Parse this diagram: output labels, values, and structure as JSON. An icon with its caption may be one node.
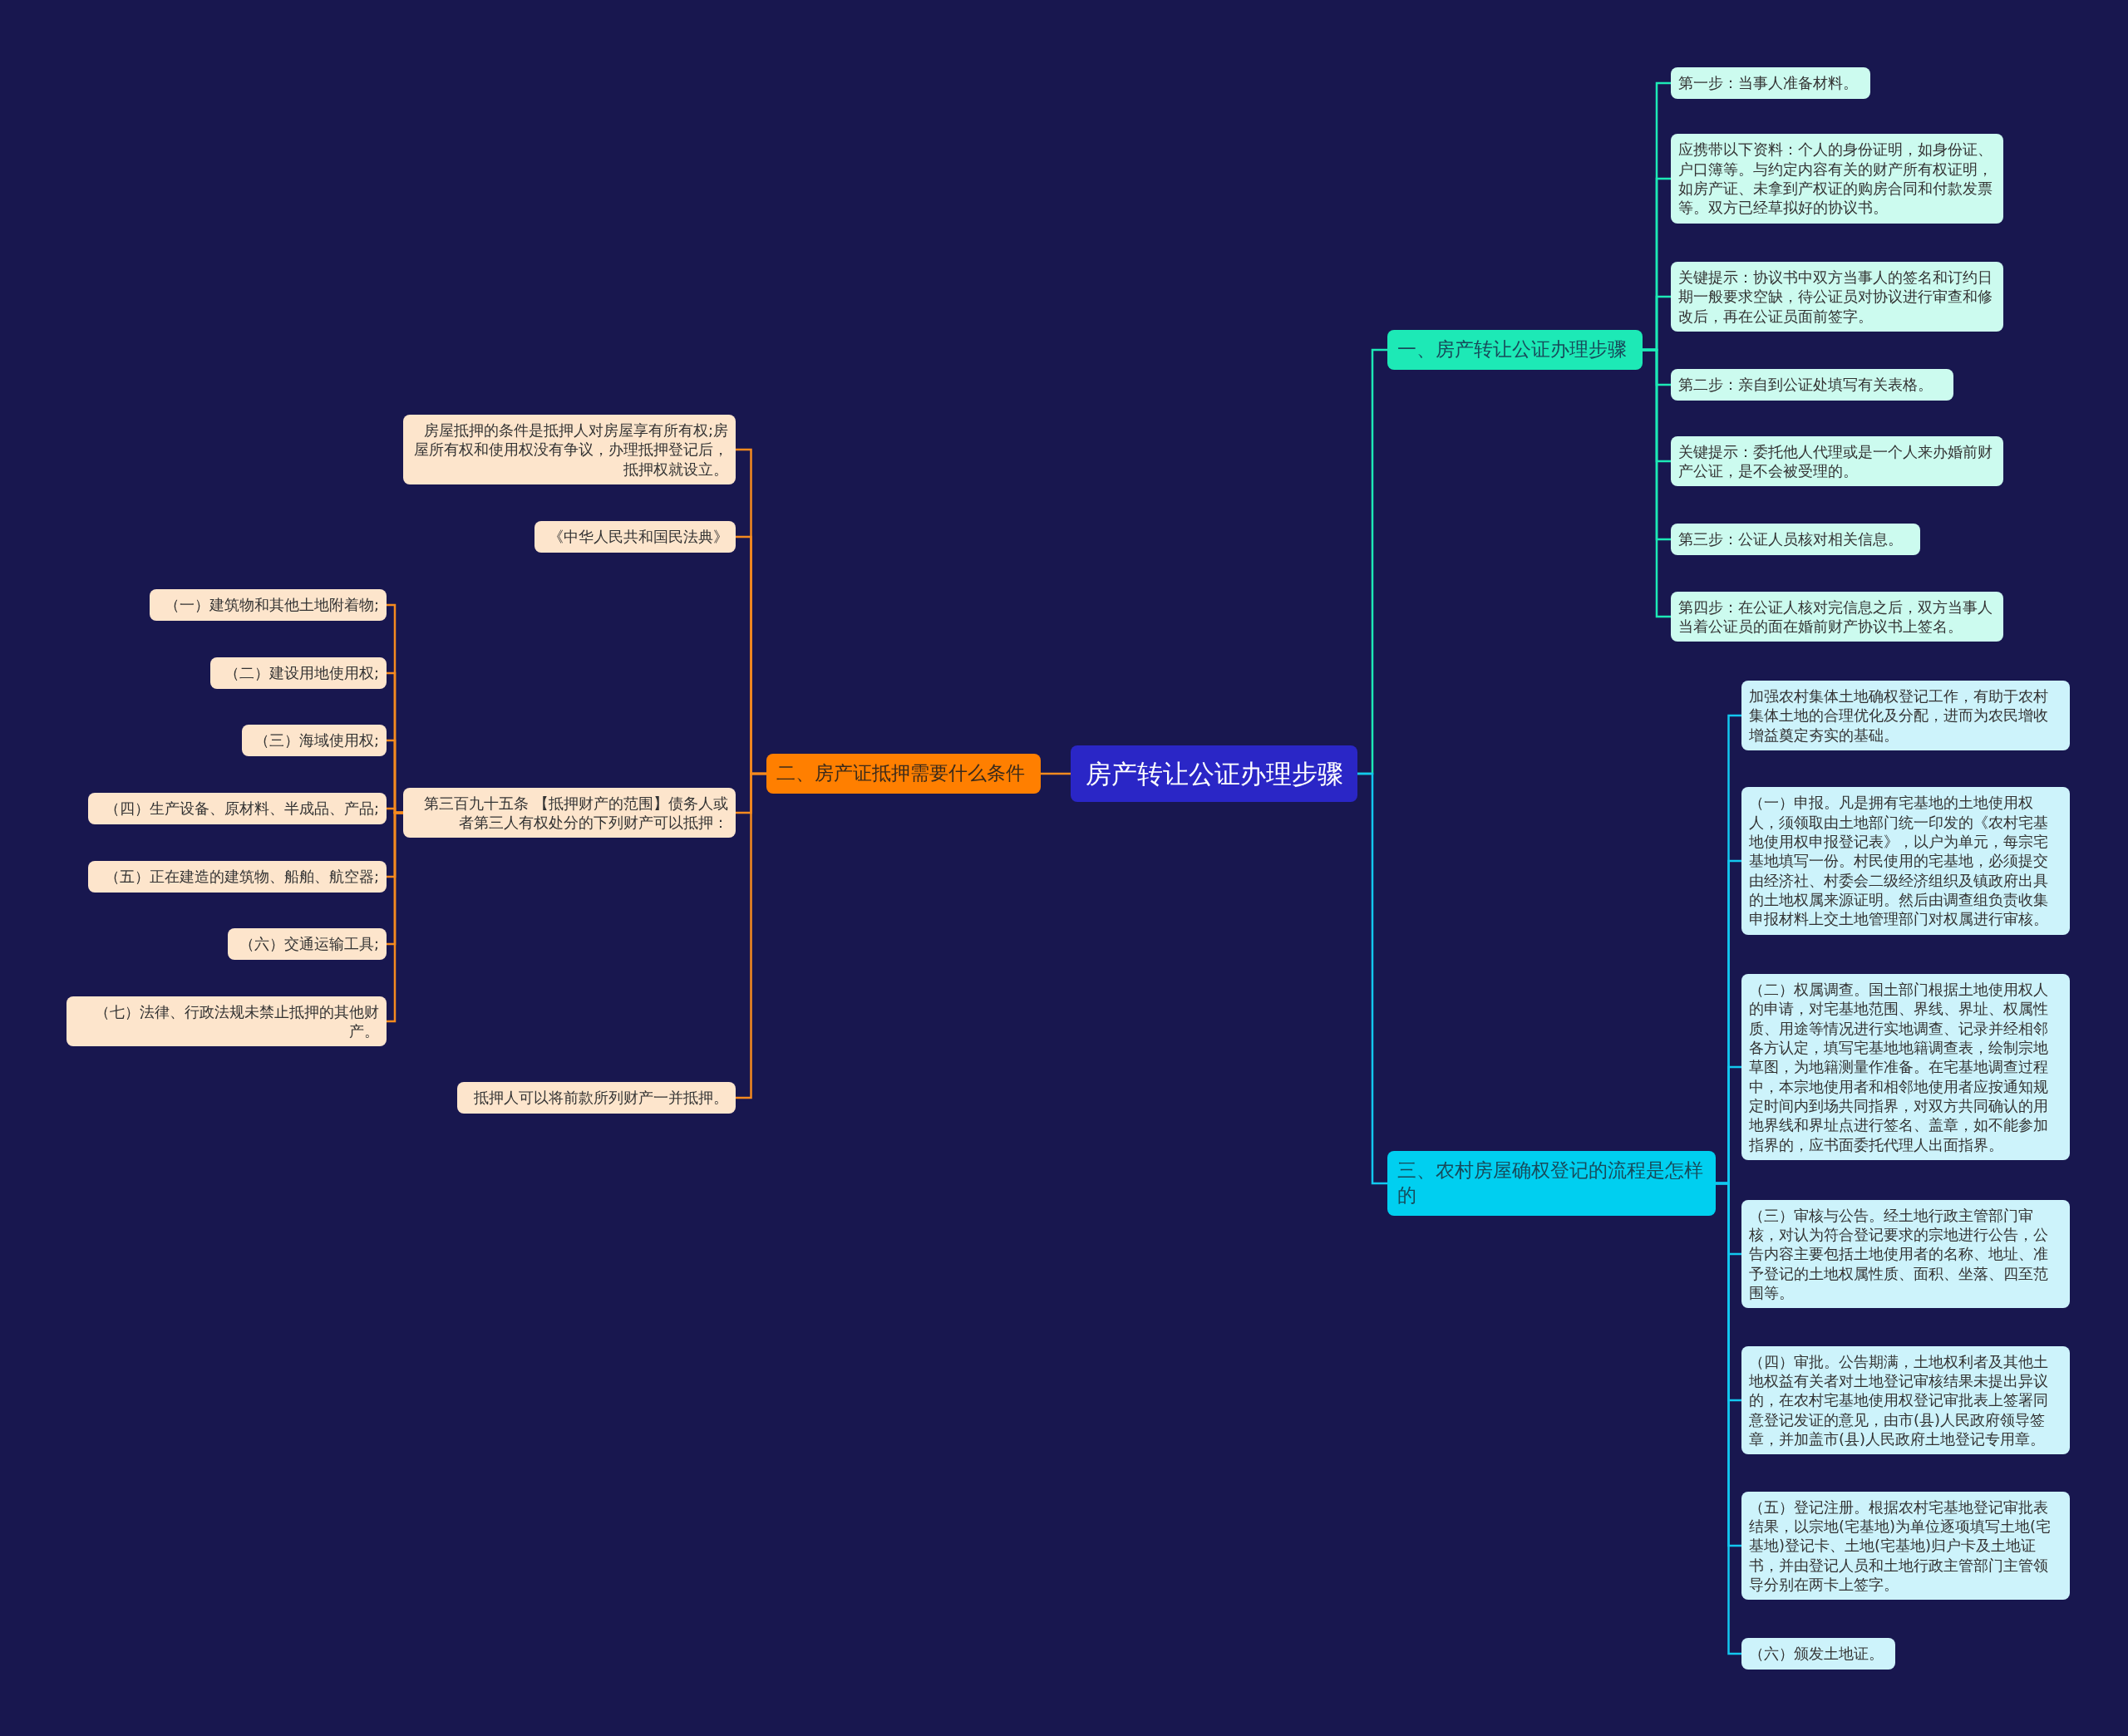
{
  "diagram": {
    "nodes": [
      {
        "text": [
          "房产转让公证办理步骤"
        ]
      },
      {
        "text": [
          "一、房产转让公证办理步骤"
        ]
      },
      {
        "text": [
          "第一步：当事人准备材料。"
        ]
      },
      {
        "text": [
          "应携带以下资料：个人的身份证明，如身份证、户口簿等。与约定内容有关的财产所有权证明，如房产证、未拿到产权证的购房合同和付款发票等。双方已经草拟好的协议书。"
        ]
      },
      {
        "text": [
          "关键提示：协议书中双方当事人的签名和订约日期一般要求空缺，待公证员对协议进行审查和修改后，再在公证员面前签字。"
        ]
      },
      {
        "text": [
          "第二步：亲自到公证处填写有关表格。"
        ]
      },
      {
        "text": [
          "关键提示：委托他人代理或是一个人来办婚前财产公证，是不会被受理的。"
        ]
      },
      {
        "text": [
          "第三步：公证人员核对相关信息。"
        ]
      },
      {
        "text": [
          "第四步：在公证人核对完信息之后，双方当事人当着公证员的面在婚前财产协议书上签名。"
        ]
      },
      {
        "text": [
          "二、房产证抵押需要什么条件"
        ]
      },
      {
        "text": [
          "房屋抵押的条件是抵押人对房屋享有所有权;房屋所有权和使用权没有争议，办理抵押登记后，抵押权就设立。"
        ]
      },
      {
        "text": [
          "《中华人民共和国民法典》"
        ]
      },
      {
        "text": [
          "第三百九十五条 【抵押财产的范围】债务人或者第三人有权处分的下列财产可以抵押："
        ]
      },
      {
        "text": [
          "（一）建筑物和其他土地附着物;"
        ]
      },
      {
        "text": [
          "（二）建设用地使用权;"
        ]
      },
      {
        "text": [
          "（三）海域使用权;"
        ]
      },
      {
        "text": [
          "（四）生产设备、原材料、半成品、产品;"
        ]
      },
      {
        "text": [
          "（五）正在建造的建筑物、船舶、航空器;"
        ]
      },
      {
        "text": [
          "（六）交通运输工具;"
        ]
      },
      {
        "text": [
          "（七）法律、行政法规未禁止抵押的其他财产。"
        ]
      },
      {
        "text": [
          "抵押人可以将前款所列财产一并抵押。"
        ]
      },
      {
        "text": [
          "三、农村房屋确权登记的流程是怎样的"
        ]
      },
      {
        "text": [
          "加强农村集体土地确权登记工作，有助于农村集体土地的合理优化及分配，进而为农民增收增益奠定夯实的基础。"
        ]
      },
      {
        "text": [
          "（一）申报。凡是拥有宅基地的土地使用权人，须领取由土地部门统一印发的《农村宅基地使用权申报登记表》，以户为单元，每宗宅基地填写一份。村民使用的宅基地，必须提交由经济社、村委会二级经济组织及镇政府出具的土地权属来源证明。然后由调查组负责收集申报材料上交土地管理部门对权属进行审核。"
        ]
      },
      {
        "text": [
          "（二）权属调查。国土部门根据土地使用权人的申请，对宅基地范围、界线、界址、权属性质、用途等情况进行实地调查、记录并经相邻各方认定，填写宅基地地籍调查表，绘制宗地草图，为地籍测量作准备。在宅基地调查过程中，本宗地使用者和相邻地使用者应按通知规定时间内到场共同指界，对双方共同确认的用地界线和界址点进行签名、盖章，如不能参加指界的，应书面委托代理人出面指界。"
        ]
      },
      {
        "text": [
          "（三）审核与公告。经土地行政主管部门审核，对认为符合登记要求的宗地进行公告，公告内容主要包括土地使用者的名称、地址、准予登记的土地权属性质、面积、坐落、四至范围等。"
        ]
      },
      {
        "text": [
          "（四）审批。公告期满，土地权利者及其他土地权益有关者对土地登记审核结果未提出异议的，在农村宅基地使用权登记审批表上签署同意登记发证的意见，由市(县)人民政府领导签章，并加盖市(县)人民政府土地登记专用章。"
        ]
      },
      {
        "text": [
          "（五）登记注册。根据农村宅基地登记审批表结果，以宗地(宅基地)为单位逐项填写土地(宅基地)登记卡、土地(宅基地)归户卡及土地证书，并由登记人员和土地行政主管部门主管领导分别在两卡上签字。"
        ]
      },
      {
        "text": [
          "（六）颁发土地证。"
        ]
      }
    ],
    "edges": [
      {
        "from": 0,
        "to": 1,
        "arrow": "none",
        "color": "#1de9b6"
      },
      {
        "from": 0,
        "to": 9,
        "arrow": "none"
      },
      {
        "from": 0,
        "to": 21,
        "arrow": "none",
        "color": "#12c8ef"
      },
      {
        "from": 1,
        "to": 2,
        "arrow": "none",
        "color": "#1de9b6"
      },
      {
        "from": 1,
        "to": 3,
        "arrow": "none",
        "color": "#1de9b6"
      },
      {
        "from": 1,
        "to": 4,
        "arrow": "none",
        "color": "#1de9b6"
      },
      {
        "from": 1,
        "to": 5,
        "arrow": "none",
        "color": "#1de9b6"
      },
      {
        "from": 1,
        "to": 6,
        "arrow": "none",
        "color": "#1de9b6"
      },
      {
        "from": 1,
        "to": 7,
        "arrow": "none",
        "color": "#1de9b6"
      },
      {
        "from": 1,
        "to": 8,
        "arrow": "none",
        "color": "#1de9b6"
      },
      {
        "from": 9,
        "to": 10,
        "arrow": "none"
      },
      {
        "from": 9,
        "to": 11,
        "arrow": "none"
      },
      {
        "from": 9,
        "to": 12,
        "arrow": "none"
      },
      {
        "from": 9,
        "to": 20,
        "arrow": "none"
      },
      {
        "from": 12,
        "to": 13,
        "arrow": "none"
      },
      {
        "from": 12,
        "to": 14,
        "arrow": "none"
      },
      {
        "from": 12,
        "to": 15,
        "arrow": "none"
      },
      {
        "from": 12,
        "to": 16,
        "arrow": "none"
      },
      {
        "from": 12,
        "to": 17,
        "arrow": "none"
      },
      {
        "from": 12,
        "to": 18,
        "arrow": "none"
      },
      {
        "from": 12,
        "to": 19,
        "arrow": "none"
      },
      {
        "from": 21,
        "to": 22,
        "arrow": "none",
        "color": "#12c8ef"
      },
      {
        "from": 21,
        "to": 23,
        "arrow": "none",
        "color": "#12c8ef"
      },
      {
        "from": 21,
        "to": 24,
        "arrow": "none",
        "color": "#12c8ef"
      },
      {
        "from": 21,
        "to": 25,
        "arrow": "none",
        "color": "#12c8ef"
      },
      {
        "from": 21,
        "to": 26,
        "arrow": "none",
        "color": "#12c8ef"
      },
      {
        "from": 21,
        "to": 27,
        "arrow": "none",
        "color": "#12c8ef"
      },
      {
        "from": 21,
        "to": 28,
        "arrow": "none",
        "color": "#12c8ef"
      }
    ]
  }
}
